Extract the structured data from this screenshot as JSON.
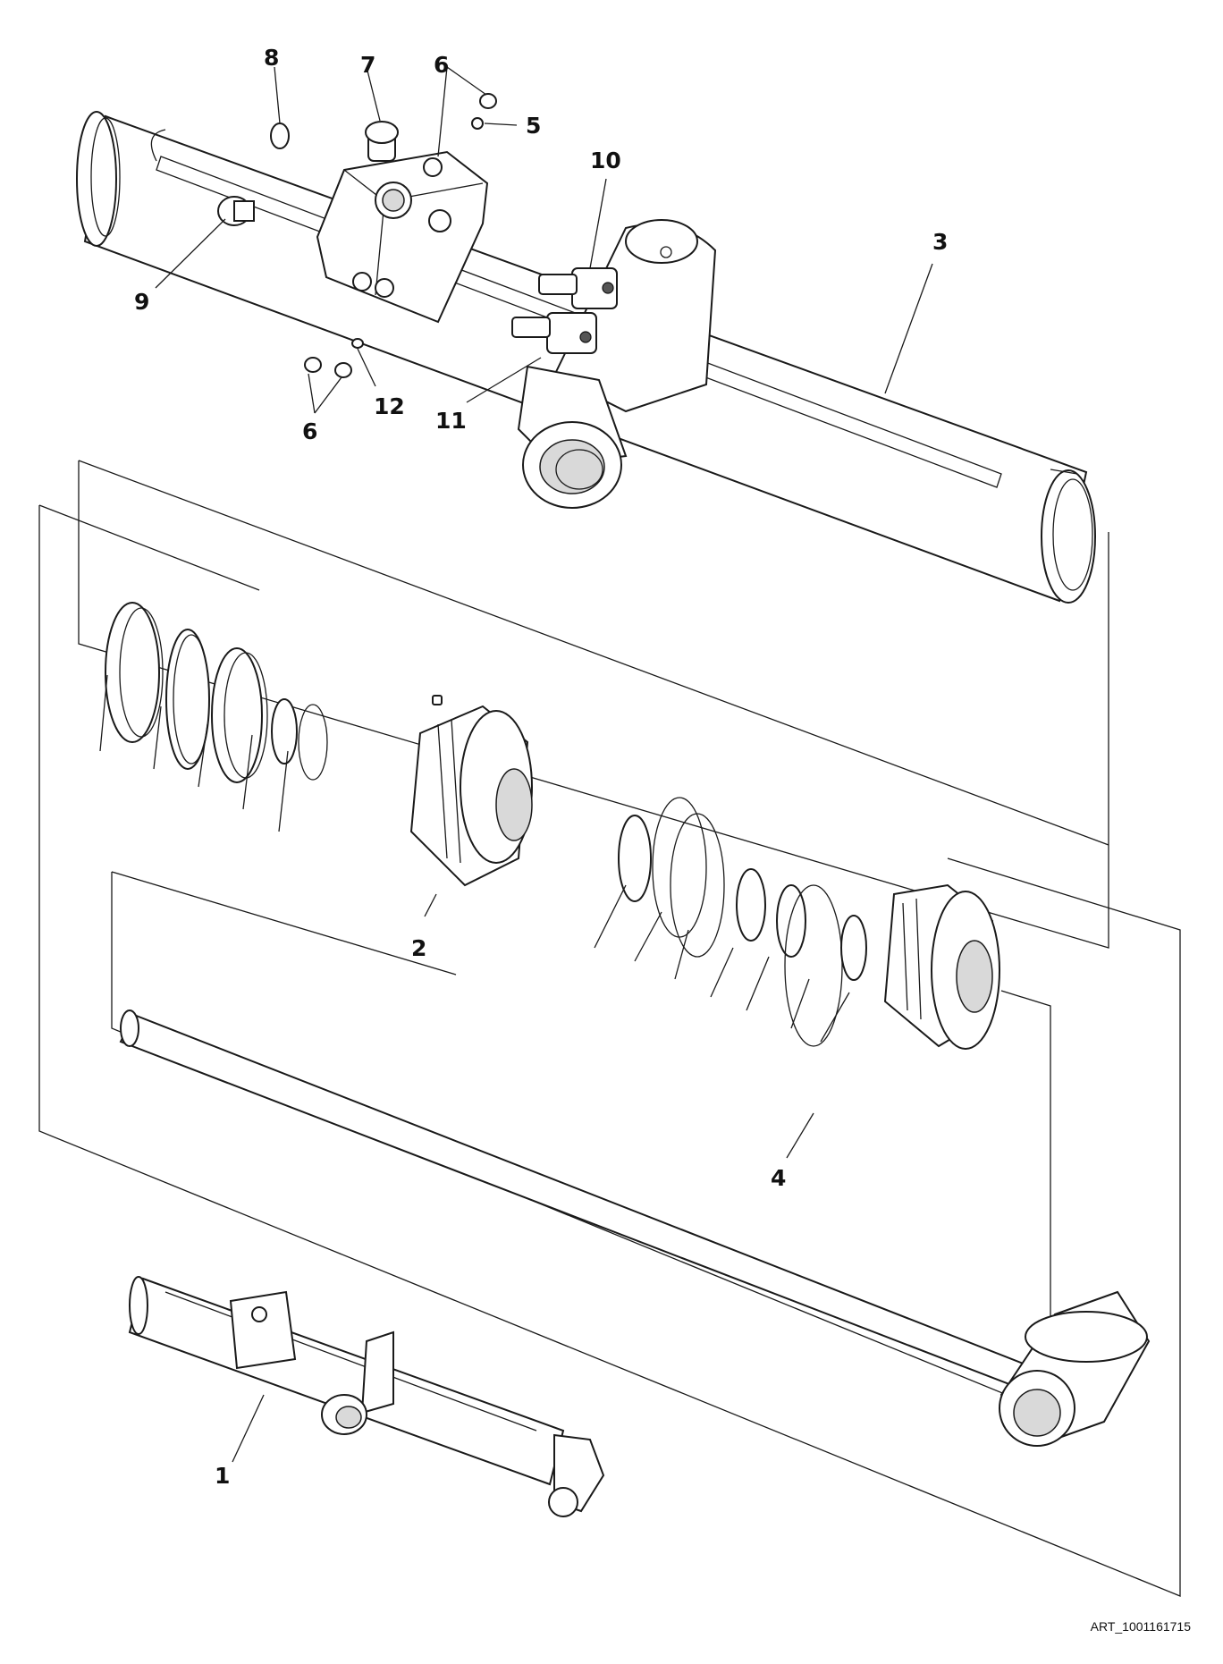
{
  "diagram": {
    "callouts": [
      {
        "id": "c8",
        "text": "8"
      },
      {
        "id": "c7",
        "text": "7"
      },
      {
        "id": "c6a",
        "text": "6"
      },
      {
        "id": "c5",
        "text": "5"
      },
      {
        "id": "c10",
        "text": "10"
      },
      {
        "id": "c3",
        "text": "3"
      },
      {
        "id": "c9",
        "text": "9"
      },
      {
        "id": "c12",
        "text": "12"
      },
      {
        "id": "c11",
        "text": "11"
      },
      {
        "id": "c6b",
        "text": "6"
      },
      {
        "id": "c2",
        "text": "2"
      },
      {
        "id": "c1",
        "text": "1"
      },
      {
        "id": "c4",
        "text": "4"
      }
    ],
    "art_id": "ART_1001161715"
  }
}
